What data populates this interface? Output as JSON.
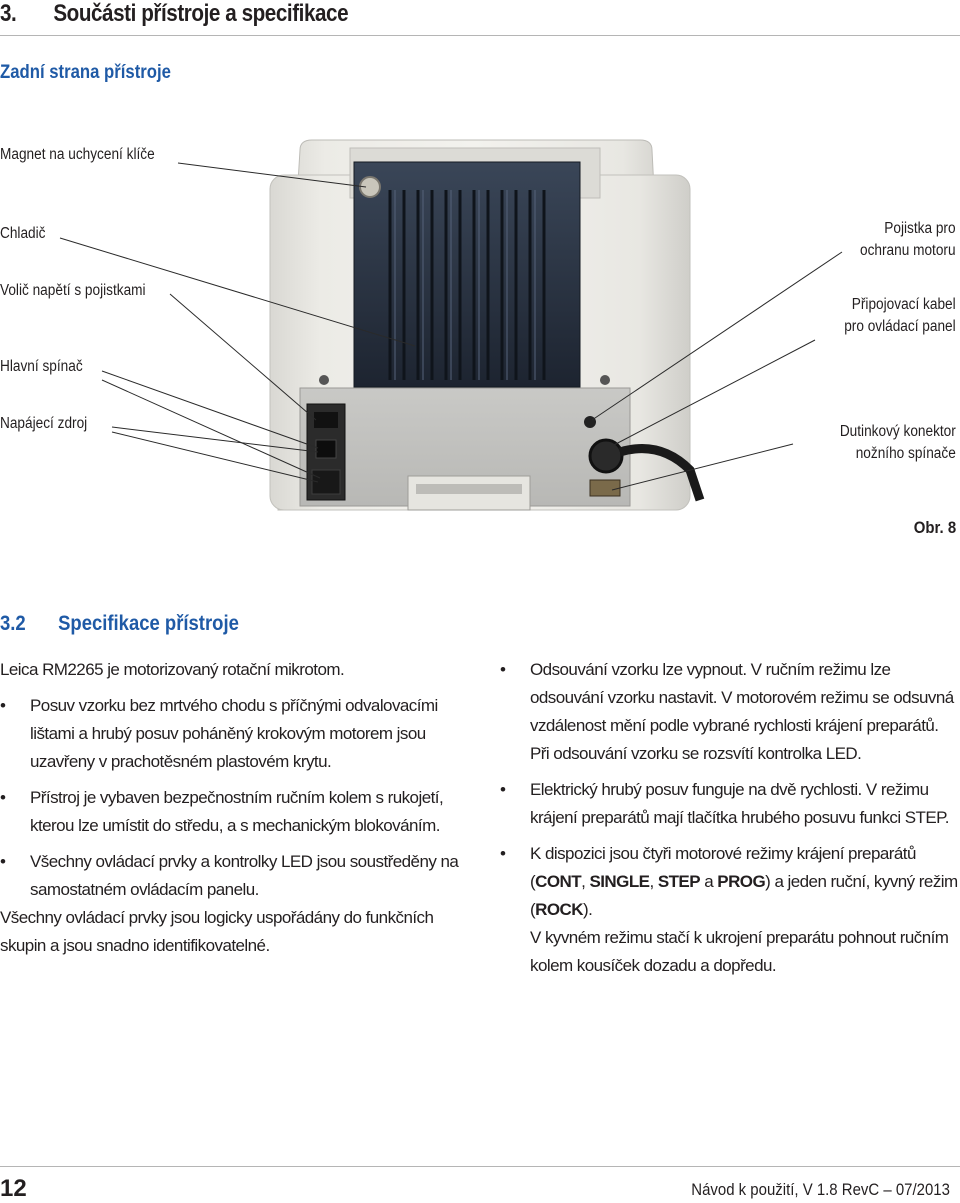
{
  "chapter": {
    "number": "3.",
    "title": "Součásti přístroje a specifikace"
  },
  "subtitle": "Zadní strana přístroje",
  "figure": {
    "labels_left": [
      "Magnet na uchycení klíče",
      "Chladič",
      "Volič napětí s pojistkami",
      "Hlavní spínač",
      "Napájecí zdroj"
    ],
    "labels_right": [
      {
        "line1": "Pojistka pro",
        "line2": "ochranu motoru"
      },
      {
        "line1": "Připojovací kabel",
        "line2": "pro ovládací panel"
      },
      {
        "line1": "Dutinkový konektor",
        "line2": "nožního spínače"
      }
    ],
    "caption": "Obr. 8"
  },
  "section": {
    "number": "3.2",
    "title": "Specifikace přístroje"
  },
  "left_column": {
    "intro": "Leica RM2265 je motorizovaný rotační mikrotom.",
    "bullets": [
      "Posuv vzorku bez mrtvého chodu s příčnými odvalovacími lištami a hrubý posuv poháněný krokovým motorem jsou uzavřeny v prachotěsném plastovém krytu.",
      "Přístroj je vybaven bezpečnostním ručním kolem s rukojetí, kterou lze umístit do středu, a s mechanickým blokováním.",
      "Všechny ovládací prvky a kontrolky LED jsou soustředěny na samostatném ovládacím panelu."
    ],
    "tail": "Všechny ovládací prvky jsou logicky uspořádány do funkčních skupin a jsou snadno identifikovatelné."
  },
  "right_column": {
    "bullet1": "Odsouvání vzorku lze vypnout. V ručním režimu lze odsouvání vzorku nastavit. V motorovém režimu se odsuvná vzdálenost mění podle vybrané rychlosti krájení preparátů. Při odsouvání vzorku se rozsvítí kontrolka LED.",
    "bullet2": "Elektrický hrubý posuv funguje na dvě rychlosti. V režimu krájení preparátů mají tlačítka hrubého posuvu funkci STEP.",
    "bullet3": {
      "text_a": "K dispozici jsou čtyři motorové režimy krájení preparátů (",
      "mode1": "CONT",
      "sep1": ", ",
      "mode2": "SINGLE",
      "sep2": ", ",
      "mode3": "STEP",
      "sep3": " a ",
      "mode4": "PROG",
      "text_b": ") a jeden ruční, kyvný režim (",
      "mode5": "ROCK",
      "text_c": ")."
    },
    "tail": "V kyvném režimu stačí k ukrojení preparátu pohnout ručním kolem kousíček dozadu a dopředu."
  },
  "footer": {
    "page": "12",
    "doc": "Návod k použití, V 1.8 RevC – 07/2013"
  },
  "colors": {
    "accent_blue": "#1f5aa6",
    "text": "#231f20"
  }
}
